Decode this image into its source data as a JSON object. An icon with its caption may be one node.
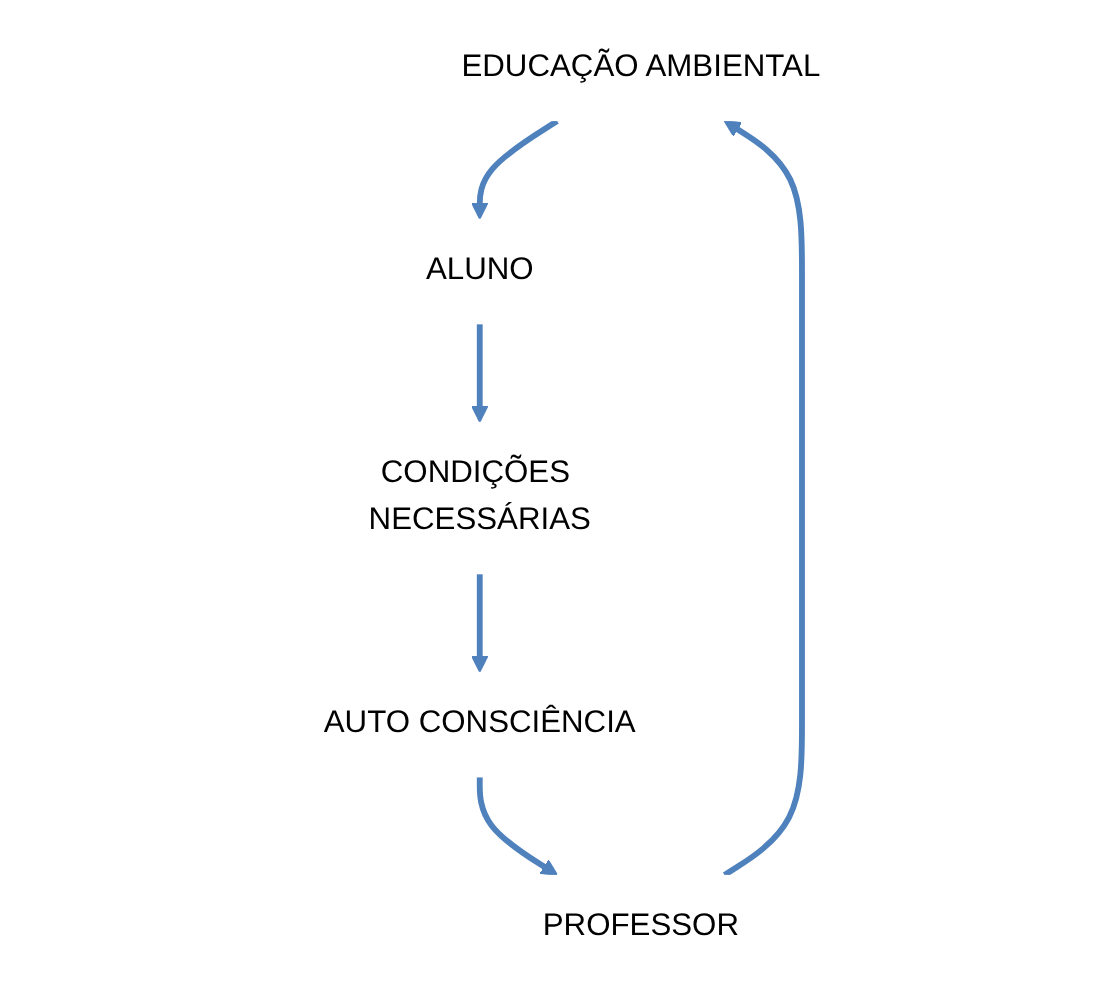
{
  "diagram": {
    "nodes": [
      {
        "text": [
          "EDUCAÇÃO AMBIENTAL"
        ]
      },
      {
        "text": [
          "ALUNO"
        ]
      },
      {
        "text": [
          "CONDIÇÕES NECESSÁRIAS"
        ]
      },
      {
        "text": [
          "AUTO CONSCIÊNCIA"
        ]
      },
      {
        "text": [
          "PROFESSOR"
        ]
      }
    ],
    "edges": [
      {
        "from": 0,
        "to": 1,
        "arrow": "to"
      },
      {
        "from": 1,
        "to": 2,
        "arrow": "to"
      },
      {
        "from": 2,
        "to": 3,
        "arrow": "to"
      },
      {
        "from": 3,
        "to": 4,
        "arrow": "to"
      },
      {
        "from": 4,
        "to": 0,
        "arrow": "to"
      }
    ]
  }
}
